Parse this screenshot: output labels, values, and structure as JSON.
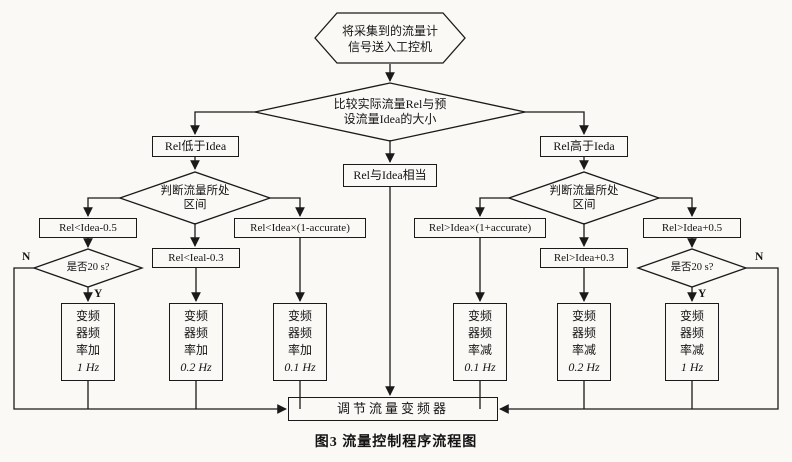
{
  "caption": "图3  流量控制程序流程图",
  "nodes": {
    "start": {
      "line1": "将采集到的流量计",
      "line2": "信号送入工控机"
    },
    "compare": {
      "line1": "比较实际流量Rel与预",
      "line2": "设流量Idea的大小"
    },
    "branch_low": "Rel低于Idea",
    "branch_equal": "Rel与Idea相当",
    "branch_high": "Rel高于Ieda",
    "judge": {
      "line1": "判断流量所处",
      "line2": "区间"
    },
    "cond_l1": "Rel<Idea-0.5",
    "cond_l2": "Rel<Ieal-0.3",
    "cond_l3": "Rel<Idea×(1-accurate)",
    "cond_r1": "Rel>Idea×(1+accurate)",
    "cond_r2": "Rel>Idea+0.3",
    "cond_r3": "Rel>Idea+0.5",
    "timer_label": "是否20 s?",
    "freq_add_1": {
      "l1": "变频",
      "l2": "器频",
      "l3": "率加",
      "value": "1 Hz"
    },
    "freq_add_02": {
      "l1": "变频",
      "l2": "器频",
      "l3": "率加",
      "value": "0.2 Hz"
    },
    "freq_add_01": {
      "l1": "变频",
      "l2": "器频",
      "l3": "率加",
      "value": "0.1 Hz"
    },
    "freq_sub_01": {
      "l1": "变频",
      "l2": "器频",
      "l3": "率减",
      "value": "0.1 Hz"
    },
    "freq_sub_02": {
      "l1": "变频",
      "l2": "器频",
      "l3": "率减",
      "value": "0.2 Hz"
    },
    "freq_sub_1": {
      "l1": "变频",
      "l2": "器频",
      "l3": "率减",
      "value": "1 Hz"
    },
    "final": "调节流量变频器"
  },
  "labels": {
    "n": "N",
    "y": "Y"
  },
  "colors": {
    "ink": "#1a1a1a",
    "paper": "#faf9f6"
  }
}
